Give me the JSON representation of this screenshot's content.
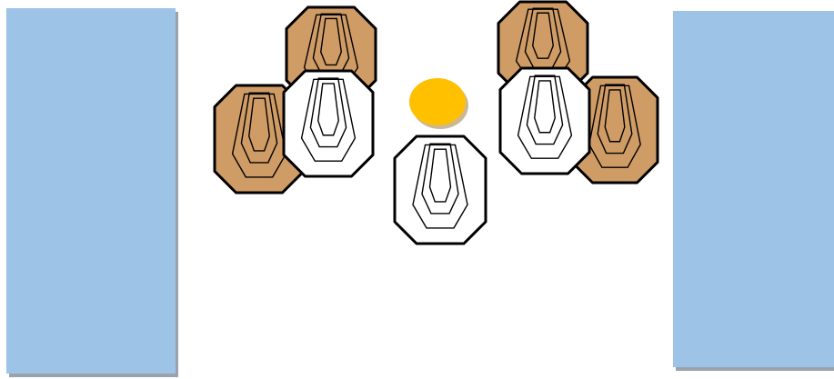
{
  "colors": {
    "background": "#ffffff",
    "panel_fill": "#9dc3e6",
    "panel_shadow": "#9aa3ad",
    "target_tan": "#d09c66",
    "target_white": "#ffffff",
    "outline": "#000000",
    "coin_fill": "#ffc000",
    "coin_shadow": "#c9b994"
  },
  "scene": {
    "panels": [
      {
        "name": "left-barrier-panel"
      },
      {
        "name": "right-barrier-panel"
      }
    ],
    "targets": [
      {
        "name": "tan-target-back-left",
        "color": "tan",
        "icon": "steel-target-icon"
      },
      {
        "name": "tan-target-left",
        "color": "tan",
        "icon": "steel-target-icon"
      },
      {
        "name": "white-target-left",
        "color": "white",
        "icon": "steel-target-icon"
      },
      {
        "name": "tan-target-back-right",
        "color": "tan",
        "icon": "steel-target-icon"
      },
      {
        "name": "tan-target-right",
        "color": "tan",
        "icon": "steel-target-icon"
      },
      {
        "name": "white-target-right",
        "color": "white",
        "icon": "steel-target-icon"
      },
      {
        "name": "white-target-center",
        "color": "white",
        "icon": "steel-target-icon"
      }
    ],
    "coin": {
      "name": "yellow-disc",
      "icon": "coin-icon"
    }
  }
}
